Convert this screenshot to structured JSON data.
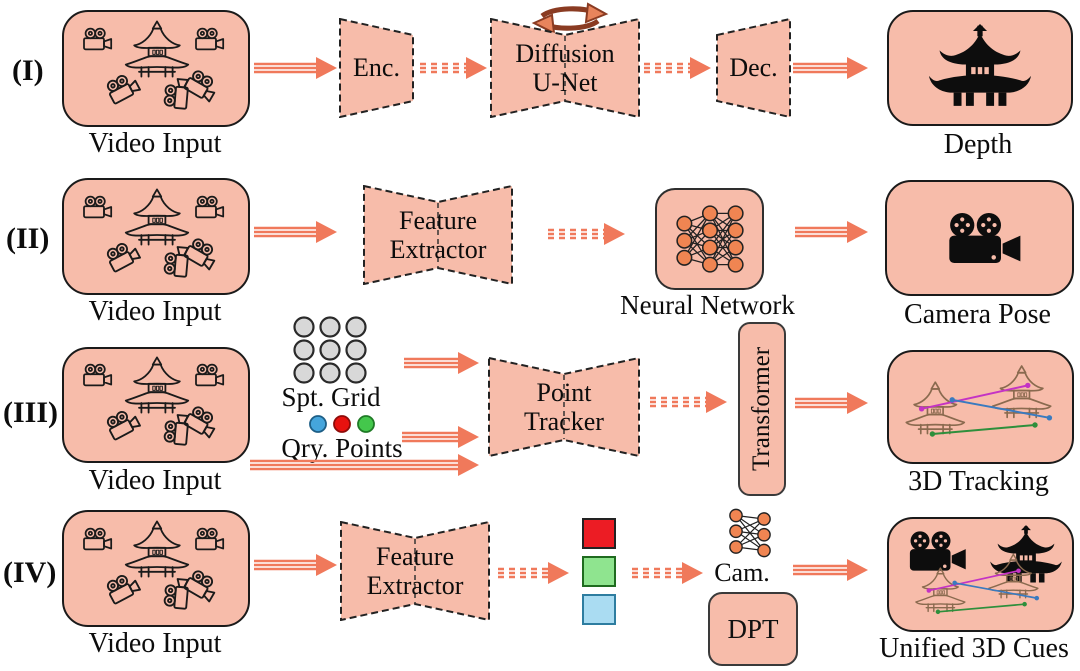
{
  "colors": {
    "box_fill": "#f7bcaa",
    "box_border": "#1a1a1a",
    "arrow_orange": "#f0795b",
    "mlp_node_orange": "#f08552",
    "grid_dot_gray": "#d8d8d8",
    "query_point_colors": [
      "#45a5dc",
      "#e8120f",
      "#44c74c"
    ],
    "feature_square_colors": [
      "#ec1c24",
      "#8fe48f",
      "#aadcf2"
    ],
    "tracking_line_colors": [
      "#c433c4",
      "#3a7abf",
      "#2e8f3c"
    ],
    "loop_icon_brown": "#8a3b22"
  },
  "rows": {
    "r1": {
      "label": "(I)",
      "input_label": "Video Input",
      "encoder_label": "Enc.",
      "unet_label_line1": "Diffusion",
      "unet_label_line2": "U-Net",
      "decoder_label": "Dec.",
      "output_label": "Depth"
    },
    "r2": {
      "label": "(II)",
      "input_label": "Video Input",
      "extractor_line1": "Feature",
      "extractor_line2": "Extractor",
      "network_label": "Neural Network",
      "output_label": "Camera Pose"
    },
    "r3": {
      "label": "(III)",
      "input_label": "Video Input",
      "grid_label": "Spt. Grid",
      "query_label": "Qry. Points",
      "tracker_line1": "Point",
      "tracker_line2": "Tracker",
      "transformer_label": "Transformer",
      "output_label": "3D Tracking"
    },
    "r4": {
      "label": "(IV)",
      "input_label": "Video Input",
      "extractor_line1": "Feature",
      "extractor_line2": "Extractor",
      "cam_label": "Cam.",
      "dpt_label": "DPT",
      "output_label": "Unified 3D Cues"
    }
  },
  "icons": {
    "video_input": "pagoda-and-cameras-line-icon",
    "depth_output": "pagoda-silhouette-icon",
    "camera_pose_output": "movie-camera-silhouette-icon",
    "neural_network": "mlp-nodes-icon",
    "diffusion_loop": "cycle-arrows-icon",
    "spatial_grid": "gray-dot-grid-3x3",
    "query_points": "rgb-dots",
    "feature_tokens": "red-green-blue-squares",
    "tracking_output": "tracked-pagodas-with-lines-icon",
    "unified_output": "camera-pagoda-and-tracking-icons"
  }
}
